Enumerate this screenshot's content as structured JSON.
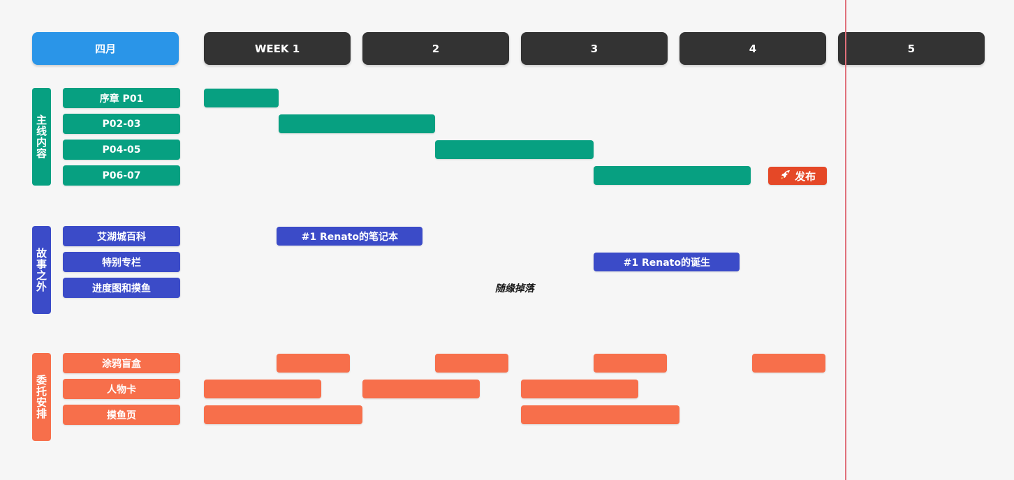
{
  "month_label": "四月",
  "weeks": [
    "WEEK 1",
    "2",
    "3",
    "4",
    "5"
  ],
  "colors": {
    "month": "#2a95e8",
    "week_header": "#333333",
    "main": "#07a081",
    "story": "#3b4bc8",
    "commission": "#f76f4b",
    "milestone": "#e54827",
    "today_line": "#e0707a"
  },
  "chart_data": {
    "type": "gantt",
    "x_axis": {
      "unit": "week",
      "ticks": [
        "WEEK 1",
        "2",
        "3",
        "4",
        "5"
      ],
      "range": [
        0,
        5
      ]
    },
    "today_marker_week": 4.05,
    "sections": [
      {
        "name": "主线内容",
        "color_key": "main",
        "rows": [
          {
            "label": "序章 P01",
            "bars": [
              {
                "start": 0.0,
                "end": 0.47
              }
            ]
          },
          {
            "label": "P02-03",
            "bars": [
              {
                "start": 0.47,
                "end": 1.46
              }
            ]
          },
          {
            "label": "P04-05",
            "bars": [
              {
                "start": 1.46,
                "end": 2.46
              }
            ]
          },
          {
            "label": "P06-07",
            "bars": [
              {
                "start": 2.46,
                "end": 3.45
              }
            ],
            "milestone": {
              "label": "发布",
              "icon": "rocket-icon",
              "start": 3.56,
              "end": 3.93
            }
          }
        ]
      },
      {
        "name": "故事之外",
        "color_key": "story",
        "rows": [
          {
            "label": "艾湖城百科",
            "bars": [
              {
                "start": 0.46,
                "end": 1.38,
                "label": "#1 Renato的笔记本"
              }
            ]
          },
          {
            "label": "特别专栏",
            "bars": [
              {
                "start": 2.46,
                "end": 3.38,
                "label": "#1 Renato的诞生"
              }
            ]
          },
          {
            "label": "进度图和摸鱼",
            "bars": [],
            "note": {
              "label": "随缘掉落",
              "at": 1.96
            }
          }
        ]
      },
      {
        "name": "委托安排",
        "color_key": "commission",
        "rows": [
          {
            "label": "涂鸦盲盒",
            "bars": [
              {
                "start": 0.46,
                "end": 0.92
              },
              {
                "start": 1.46,
                "end": 1.92
              },
              {
                "start": 2.46,
                "end": 2.92
              },
              {
                "start": 3.46,
                "end": 3.92
              }
            ]
          },
          {
            "label": "人物卡",
            "bars": [
              {
                "start": 0.0,
                "end": 0.74
              },
              {
                "start": 1.0,
                "end": 1.74
              },
              {
                "start": 2.0,
                "end": 2.74
              }
            ]
          },
          {
            "label": "摸鱼页",
            "bars": [
              {
                "start": 0.0,
                "end": 1.0
              },
              {
                "start": 2.0,
                "end": 3.0
              }
            ]
          }
        ]
      }
    ]
  }
}
